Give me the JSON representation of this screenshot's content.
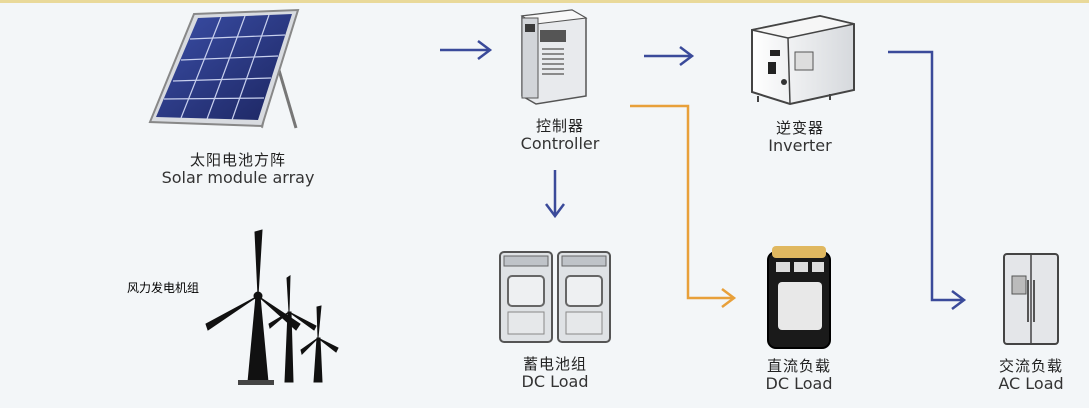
{
  "nodes": {
    "solar": {
      "cn": "太阳电池方阵",
      "en": "Solar module array"
    },
    "wind": {
      "cn": "风力发电机组"
    },
    "controller": {
      "cn": "控制器",
      "en": "Controller"
    },
    "inverter": {
      "cn": "逆变器",
      "en": "Inverter"
    },
    "battery": {
      "cn": "蓄电池组",
      "en": "DC Load"
    },
    "dc_load": {
      "cn": "直流负载",
      "en": "DC Load"
    },
    "ac_load": {
      "cn": "交流负载",
      "en": "AC Load"
    }
  },
  "colors": {
    "blue_arrow": "#3a4a9a",
    "orange_arrow": "#e8a03a",
    "bg": "#f3f6f8"
  }
}
